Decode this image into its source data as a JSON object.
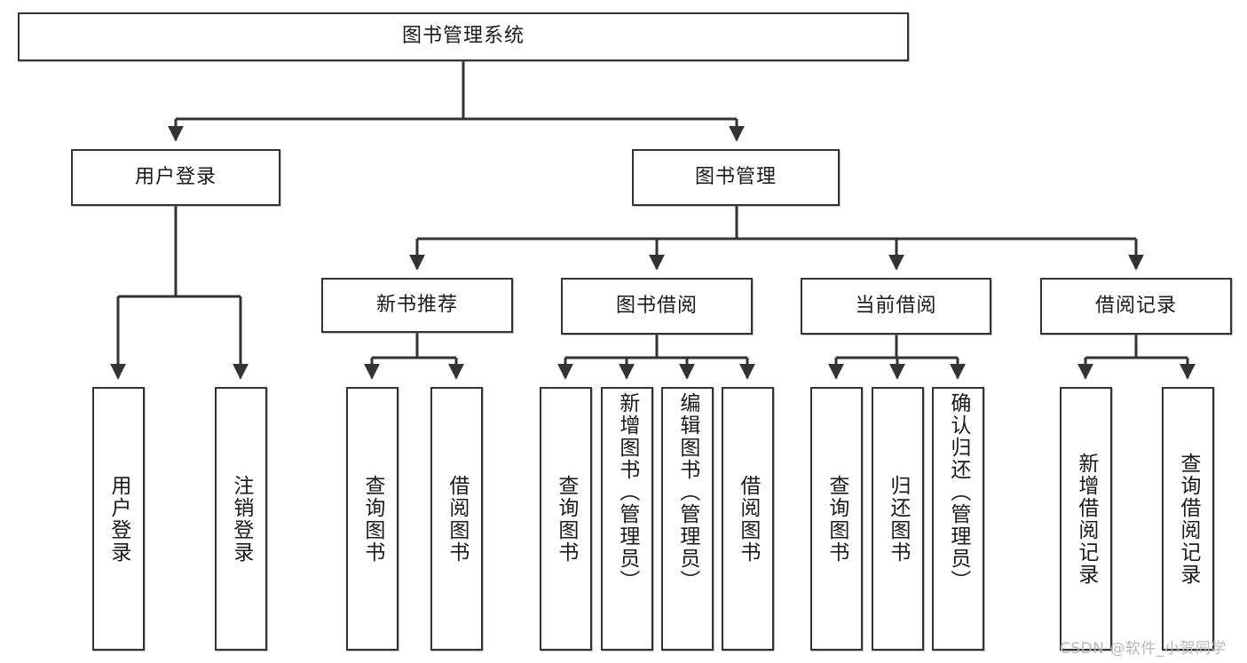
{
  "diagram": {
    "type": "tree-hierarchy-chart",
    "title": "图书管理系统",
    "root": {
      "id": "root",
      "label": "图书管理系统",
      "orientation": "horizontal"
    },
    "level2": [
      {
        "id": "user-login",
        "label": "用户登录",
        "orientation": "horizontal"
      },
      {
        "id": "book-manage",
        "label": "图书管理",
        "orientation": "horizontal"
      }
    ],
    "level3": [
      {
        "id": "new-book-recommend",
        "label": "新书推荐",
        "orientation": "horizontal",
        "parent": "book-manage"
      },
      {
        "id": "book-borrow",
        "label": "图书借阅",
        "orientation": "horizontal",
        "parent": "book-manage"
      },
      {
        "id": "current-borrow",
        "label": "当前借阅",
        "orientation": "horizontal",
        "parent": "book-manage"
      },
      {
        "id": "borrow-record",
        "label": "借阅记录",
        "orientation": "horizontal",
        "parent": "book-manage"
      }
    ],
    "leaves": [
      {
        "id": "leaf-user-login",
        "label": "用户登录",
        "parent": "user-login",
        "align": "center"
      },
      {
        "id": "leaf-logout",
        "label": "注销登录",
        "parent": "user-login",
        "align": "center"
      },
      {
        "id": "leaf-query-book-1",
        "label": "查询图书",
        "parent": "new-book-recommend",
        "align": "center"
      },
      {
        "id": "leaf-borrow-book-1",
        "label": "借阅图书",
        "parent": "new-book-recommend",
        "align": "center"
      },
      {
        "id": "leaf-query-book-2",
        "label": "查询图书",
        "parent": "book-borrow",
        "align": "center"
      },
      {
        "id": "leaf-add-book",
        "label": "新增图书（管理员）",
        "parent": "book-borrow",
        "align": "top"
      },
      {
        "id": "leaf-edit-book",
        "label": "编辑图书（管理员）",
        "parent": "book-borrow",
        "align": "top"
      },
      {
        "id": "leaf-borrow-book-2",
        "label": "借阅图书",
        "parent": "book-borrow",
        "align": "center"
      },
      {
        "id": "leaf-query-book-3",
        "label": "查询图书",
        "parent": "current-borrow",
        "align": "center"
      },
      {
        "id": "leaf-return-book",
        "label": "归还图书",
        "parent": "current-borrow",
        "align": "center"
      },
      {
        "id": "leaf-confirm-return",
        "label": "确认归还（管理员）",
        "parent": "current-borrow",
        "align": "top"
      },
      {
        "id": "leaf-add-record",
        "label": "新增借阅记录",
        "parent": "borrow-record",
        "align": "center"
      },
      {
        "id": "leaf-query-record",
        "label": "查询借阅记录",
        "parent": "borrow-record",
        "align": "center"
      }
    ]
  },
  "watermark": {
    "text": "CSDN @软件_小贺同学"
  },
  "colors": {
    "stroke": "#333333",
    "box_fill": "#ffffff",
    "text": "#1a1a1a",
    "watermark": "#b8b8b8",
    "background": "#ffffff"
  }
}
